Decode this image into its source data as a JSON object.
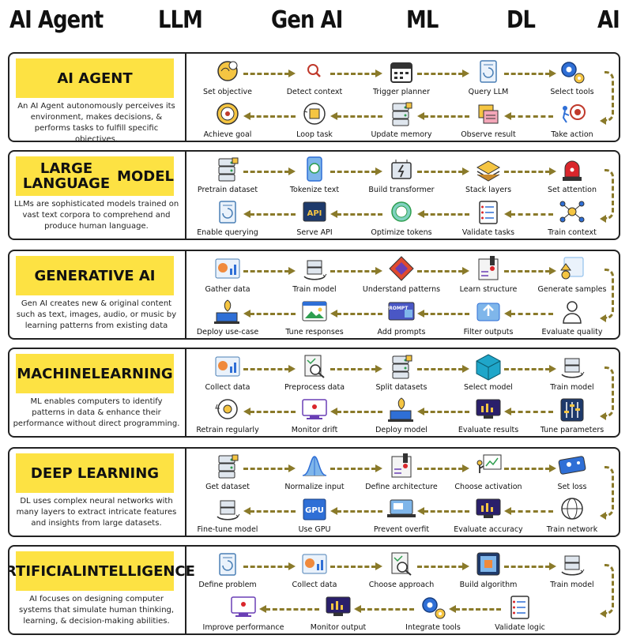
{
  "top_bar": [
    "AI Agent",
    "LLM",
    "Gen AI",
    "ML",
    "DL",
    "AI"
  ],
  "colors": {
    "badge": "#fde243",
    "arrow": "#8a7a2a",
    "border": "#222222"
  },
  "sections": [
    {
      "title_lines": [
        "AI AGENT"
      ],
      "description": "An AI Agent autonomously  perceives its environment, makes decisions, & performs tasks to fulfill specific objectives.",
      "row1": [
        {
          "label": "Set objective",
          "icon": "brain-gear-icon"
        },
        {
          "label": "Detect context",
          "icon": "magnifier-icon"
        },
        {
          "label": "Trigger planner",
          "icon": "calendar-icon"
        },
        {
          "label": "Query LLM",
          "icon": "document-icon"
        },
        {
          "label": "Select tools",
          "icon": "gears-icon"
        }
      ],
      "row2": [
        {
          "label": "Achieve goal",
          "icon": "target-icon"
        },
        {
          "label": "Loop task",
          "icon": "cycle-icon"
        },
        {
          "label": "Update memory",
          "icon": "server-icon"
        },
        {
          "label": "Observe result",
          "icon": "notes-icon"
        },
        {
          "label": "Take action",
          "icon": "runner-target-icon"
        }
      ]
    },
    {
      "title_lines": [
        "LARGE LANGUAGE",
        "MODEL"
      ],
      "description": "LLMs are sophisticated models trained on vast text corpora to comprehend and produce human language.",
      "row1": [
        {
          "label": "Pretrain dataset",
          "icon": "server-icon"
        },
        {
          "label": "Tokenize text",
          "icon": "phone-token-icon"
        },
        {
          "label": "Build transformer",
          "icon": "transformer-icon"
        },
        {
          "label": "Stack layers",
          "icon": "layers-icon"
        },
        {
          "label": "Set attention",
          "icon": "alarm-light-icon"
        }
      ],
      "row2": [
        {
          "label": "Enable querying",
          "icon": "document-icon"
        },
        {
          "label": "Serve API",
          "icon": "api-icon"
        },
        {
          "label": "Optimize tokens",
          "icon": "token-icon"
        },
        {
          "label": "Validate tasks",
          "icon": "checklist-icon"
        },
        {
          "label": "Train context",
          "icon": "network-icon"
        }
      ]
    },
    {
      "title_lines": [
        "GENERATIVE AI"
      ],
      "description": "Gen AI creates new & original content such as text, images, audio, or music by learning patterns from existing data",
      "row1": [
        {
          "label": "Gather data",
          "icon": "chart-icon"
        },
        {
          "label": "Train model",
          "icon": "server-cycle-icon"
        },
        {
          "label": "Understand patterns",
          "icon": "pattern-icon"
        },
        {
          "label": "Learn structure",
          "icon": "structure-icon"
        },
        {
          "label": "Generate samples",
          "icon": "samples-icon"
        }
      ],
      "row2": [
        {
          "label": "Deploy use-case",
          "icon": "rocket-laptop-icon"
        },
        {
          "label": "Tune responses",
          "icon": "image-window-icon"
        },
        {
          "label": "Add prompts",
          "icon": "prompt-icon"
        },
        {
          "label": "Filter outputs",
          "icon": "upload-icon"
        },
        {
          "label": "Evaluate quality",
          "icon": "user-icon"
        }
      ]
    },
    {
      "title_lines": [
        "MACHINE",
        "LEARNING"
      ],
      "description": "ML enables computers to identify patterns in data & enhance their performance without direct programming.",
      "row1": [
        {
          "label": "Collect data",
          "icon": "chart-icon"
        },
        {
          "label": "Preprocess data",
          "icon": "magnifier-doc-icon"
        },
        {
          "label": "Split datasets",
          "icon": "server-icon"
        },
        {
          "label": "Select model",
          "icon": "cube-icon"
        },
        {
          "label": "Train model",
          "icon": "server-cycle-icon"
        }
      ],
      "row2": [
        {
          "label": "Retrain regularly",
          "icon": "clock-cycle-icon"
        },
        {
          "label": "Monitor drift",
          "icon": "monitor-icon"
        },
        {
          "label": "Deploy model",
          "icon": "rocket-laptop-icon"
        },
        {
          "label": "Evaluate results",
          "icon": "monitor-chart-icon"
        },
        {
          "label": "Tune parameters",
          "icon": "sliders-icon"
        }
      ]
    },
    {
      "title_lines": [
        "DEEP LEARNING"
      ],
      "description": "DL uses complex neural networks with many layers to extract intricate features and insights from large datasets.",
      "row1": [
        {
          "label": "Get dataset",
          "icon": "server-icon"
        },
        {
          "label": "Normalize input",
          "icon": "bell-curve-icon"
        },
        {
          "label": "Define architecture",
          "icon": "structure-icon"
        },
        {
          "label": "Choose activation",
          "icon": "presenter-icon"
        },
        {
          "label": "Set loss",
          "icon": "slider-panel-icon"
        }
      ],
      "row2": [
        {
          "label": "Fine-tune model",
          "icon": "server-cycle-icon"
        },
        {
          "label": "Use GPU",
          "icon": "gpu-icon"
        },
        {
          "label": "Prevent overfit",
          "icon": "laptop-icon"
        },
        {
          "label": "Evaluate accuracy",
          "icon": "monitor-chart-icon"
        },
        {
          "label": "Train network",
          "icon": "globe-icon"
        }
      ]
    },
    {
      "title_lines": [
        "ARTIFICIAL",
        "INTELLIGENCE"
      ],
      "description": "AI focuses on designing computer systems that simulate human thinking, learning, & decision-making abilities.",
      "row1": [
        {
          "label": "Define problem",
          "icon": "document-icon"
        },
        {
          "label": "Collect data",
          "icon": "chart-icon"
        },
        {
          "label": "Choose approach",
          "icon": "magnifier-doc-icon"
        },
        {
          "label": "Build algorithm",
          "icon": "tablet-icon"
        },
        {
          "label": "Train model",
          "icon": "server-cycle-icon"
        }
      ],
      "row2": [
        {
          "label": "Improve performance",
          "icon": "monitor-icon"
        },
        {
          "label": "Monitor output",
          "icon": "monitor-chart-icon"
        },
        {
          "label": "Integrate tools",
          "icon": "gears-icon"
        },
        {
          "label": "Validate logic",
          "icon": "checklist-icon"
        }
      ]
    }
  ]
}
